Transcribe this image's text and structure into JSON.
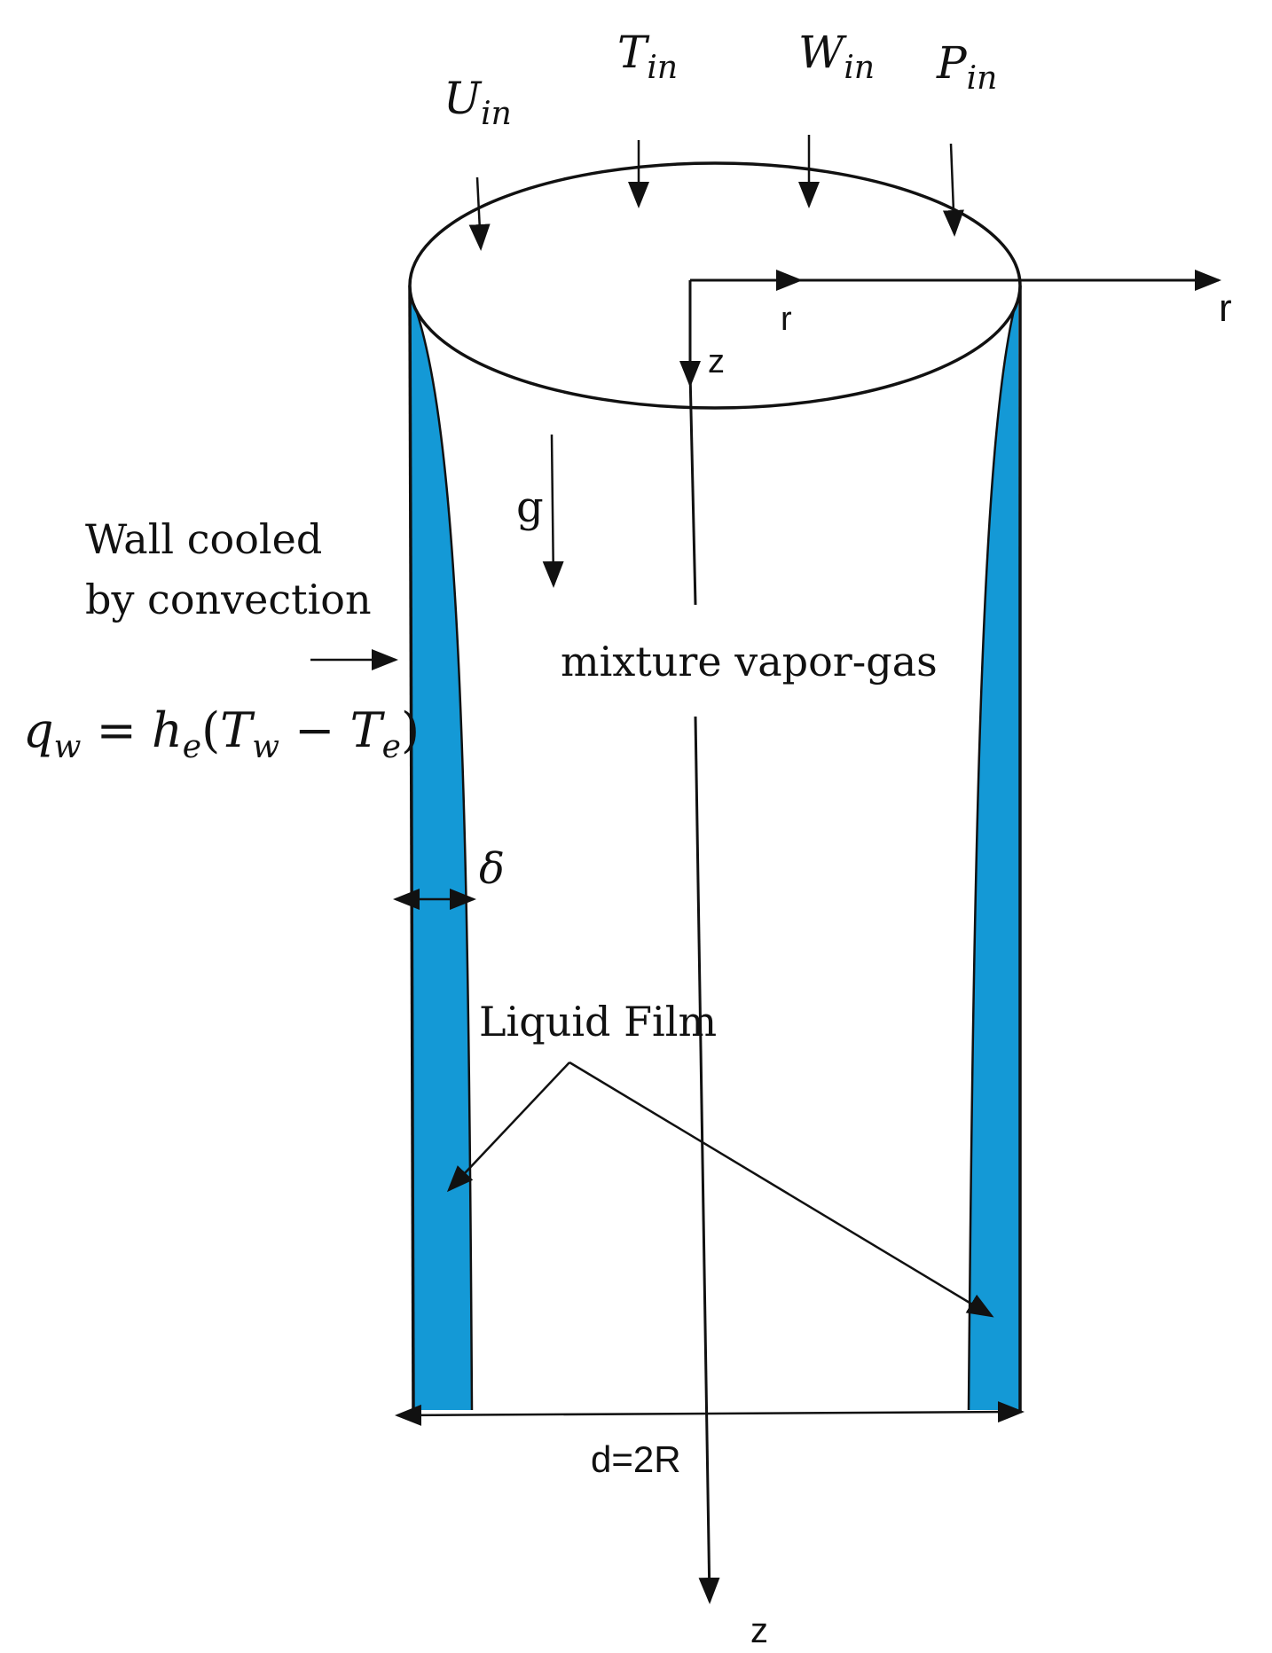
{
  "colors": {
    "film": "#1499D6",
    "line": "#111111",
    "background": "#FFFFFF"
  },
  "inlet": {
    "U": {
      "main": "U",
      "sub": "in"
    },
    "T": {
      "main": "T",
      "sub": "in"
    },
    "W": {
      "main": "W",
      "sub": "in"
    },
    "P": {
      "main": "P",
      "sub": "in"
    }
  },
  "axes": {
    "r_inner": "r",
    "r_outer": "r",
    "z_top": "z",
    "z_bottom": "z"
  },
  "gravity_label": "g",
  "wall_text": {
    "line1": "Wall cooled",
    "line2": "by convection"
  },
  "equation": {
    "q": "q",
    "q_sub": "w",
    "equals": " = ",
    "h": "h",
    "h_sub": "e",
    "open": "(",
    "Tw": "T",
    "Tw_sub": "w",
    "minus": " − ",
    "Te": "T",
    "Te_sub": "e",
    "close": ")"
  },
  "mixture_label": "mixture vapor-gas",
  "delta_label": "δ",
  "liquid_film_label": "Liquid Film",
  "diameter_label": "d=2R"
}
